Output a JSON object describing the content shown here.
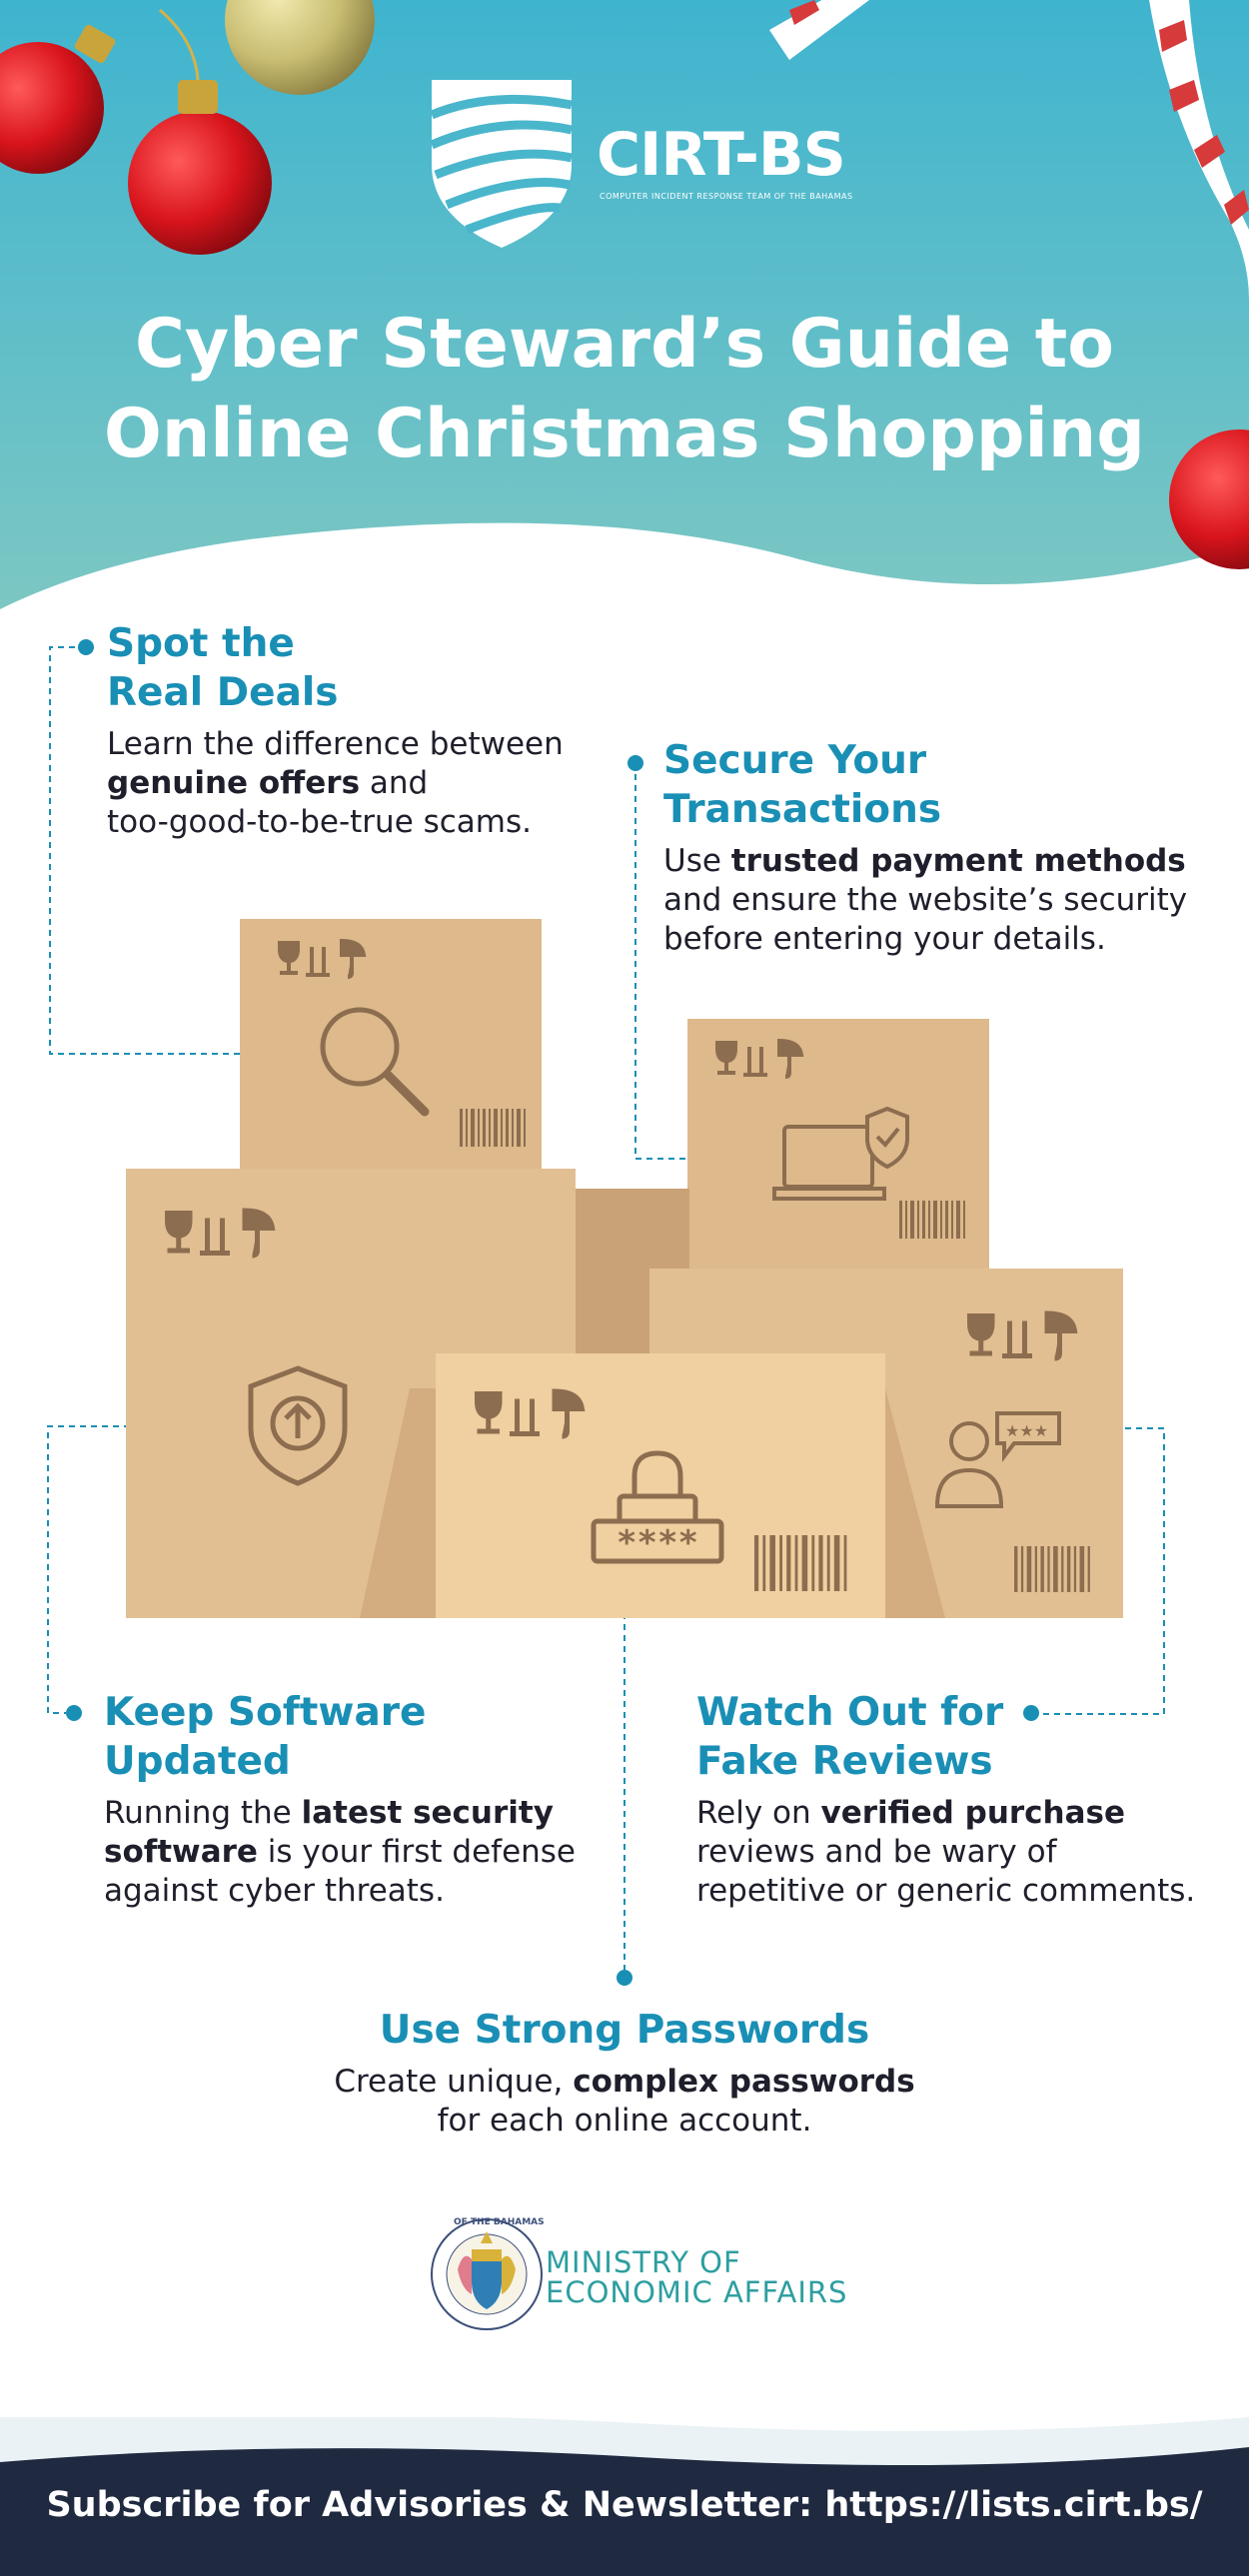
{
  "colors": {
    "accent": "#1a8fb5",
    "header_top": "#3fb4cf",
    "header_bottom": "#7cc7c3",
    "footer": "#1f2940",
    "box_light": "#f0cfa0",
    "box_mid": "#ddb98b",
    "box_dark": "#c9a277",
    "icon": "#8c6d4f"
  },
  "logo": {
    "name": "CIRT-BS",
    "subtitle": "COMPUTER INCIDENT RESPONSE TEAM OF THE BAHAMAS"
  },
  "title": {
    "line1": "Cyber Steward’s Guide to",
    "line2": "Online Christmas Shopping"
  },
  "tips": {
    "deals": {
      "head1": "Spot the",
      "head2": "Real Deals",
      "body_a": "Learn the difference between",
      "body_bold": "genuine offers",
      "body_b": " and",
      "body_c": "too-good-to-be-true scams."
    },
    "secure": {
      "head1": "Secure Your",
      "head2": "Transactions",
      "body_a": "Use ",
      "body_bold": "trusted payment methods",
      "body_b": "and ensure the website’s security",
      "body_c": "before entering your details."
    },
    "software": {
      "head1": "Keep Software",
      "head2": "Updated",
      "body_a": "Running the ",
      "body_bold1": "latest security",
      "body_bold2": "software",
      "body_b": " is your first defense",
      "body_c": "against cyber threats."
    },
    "reviews": {
      "head1": "Watch Out for",
      "head2": "Fake Reviews",
      "body_a": "Rely on ",
      "body_bold": "verified purchase",
      "body_b": "reviews and be wary of",
      "body_c": "repetitive or generic comments."
    },
    "passwords": {
      "head": "Use Strong Passwords",
      "body_a": "Create unique, ",
      "body_bold": "complex passwords",
      "body_b": "for each online account."
    }
  },
  "icons": {
    "deals": "magnifier-icon",
    "secure": "laptop-shield-icon",
    "software": "shield-upload-icon",
    "reviews": "user-review-icon",
    "passwords": "padlock-password-icon"
  },
  "password_mask": "****",
  "ministry": {
    "line1": "MINISTRY OF",
    "line2": "ECONOMIC AFFAIRS",
    "seal_top": "OF THE BAHAMAS"
  },
  "footer": {
    "label": "Subscribe for Advisories & Newsletter: ",
    "url": "https://lists.cirt.bs/"
  }
}
